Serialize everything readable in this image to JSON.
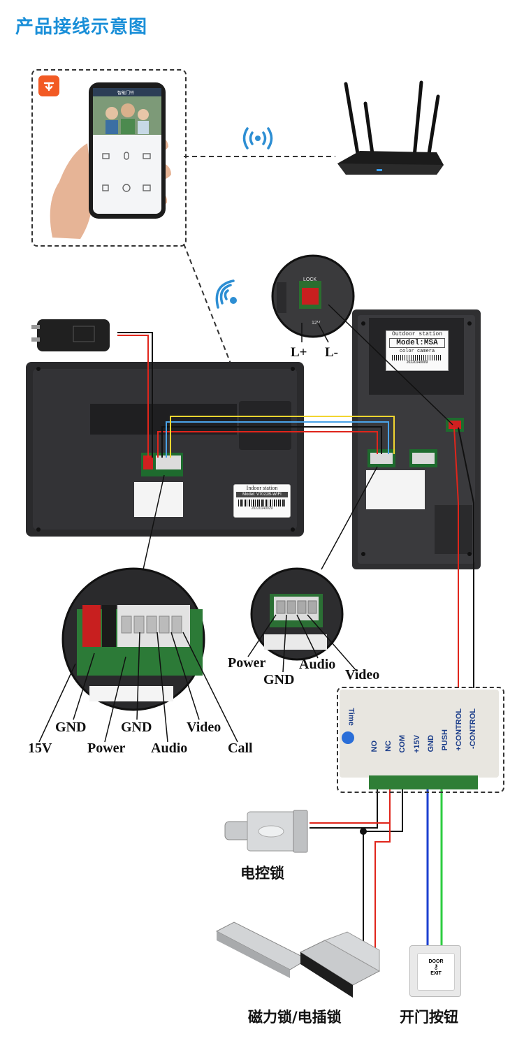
{
  "title": "产品接线示意图",
  "app_icon": "tuya-app-icon",
  "phone": {
    "header": "智能门铃"
  },
  "wifi_icons": [
    "wifi-signal-icon",
    "wifi-signal-icon"
  ],
  "outdoor_lock": {
    "label": "LOCK",
    "voltage": "12V",
    "l_plus": "L+",
    "l_minus": "L-"
  },
  "outdoor_sticker": {
    "title": "Outdoor station",
    "model": "Model:MSA",
    "sub": "color camera",
    "serial": "20220140009"
  },
  "indoor_sticker": {
    "title": "Indoor station",
    "model": "Model: V7022B-WIFI",
    "serial": "20220140029"
  },
  "indoor_terminal_labels": {
    "gnd": "GND",
    "v15": "15V",
    "gnd2": "GND",
    "power": "Power",
    "audio": "Audio",
    "video": "Video",
    "call": "Call"
  },
  "outdoor_terminal_labels": {
    "power": "Power",
    "gnd": "GND",
    "audio": "Audio",
    "video": "Video"
  },
  "control_box": {
    "brand": "Time",
    "terminals": [
      "NO",
      "NC",
      "COM",
      "+15V",
      "GND",
      "PUSH",
      "+CONTROL",
      "-CONTROL"
    ]
  },
  "devices": {
    "electric_lock": "电控锁",
    "mag_lock": "磁力锁/电插锁",
    "exit_button": "开门按钮",
    "exit_button_text": [
      "DOOR",
      "EXIT"
    ]
  },
  "colors": {
    "accent": "#1a8fd8",
    "wire_red": "#e0251b",
    "wire_black": "#111111",
    "wire_blue": "#1b3fd0",
    "wire_green": "#2ecc40",
    "wire_yellow": "#f2d530",
    "wire_lightblue": "#4aa3e8"
  }
}
